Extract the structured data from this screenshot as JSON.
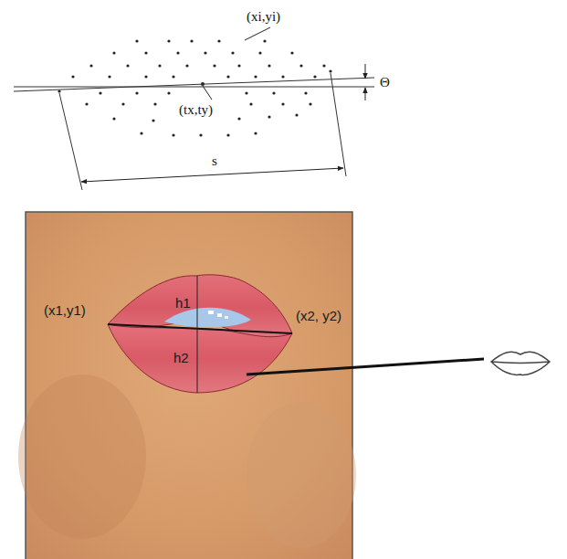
{
  "diagram": {
    "labels": [
      "(xi,yi)",
      "Θ",
      "(tx,ty)",
      "s",
      "(x1,y1)",
      "h1",
      "(x2, y2)",
      "h2"
    ]
  }
}
